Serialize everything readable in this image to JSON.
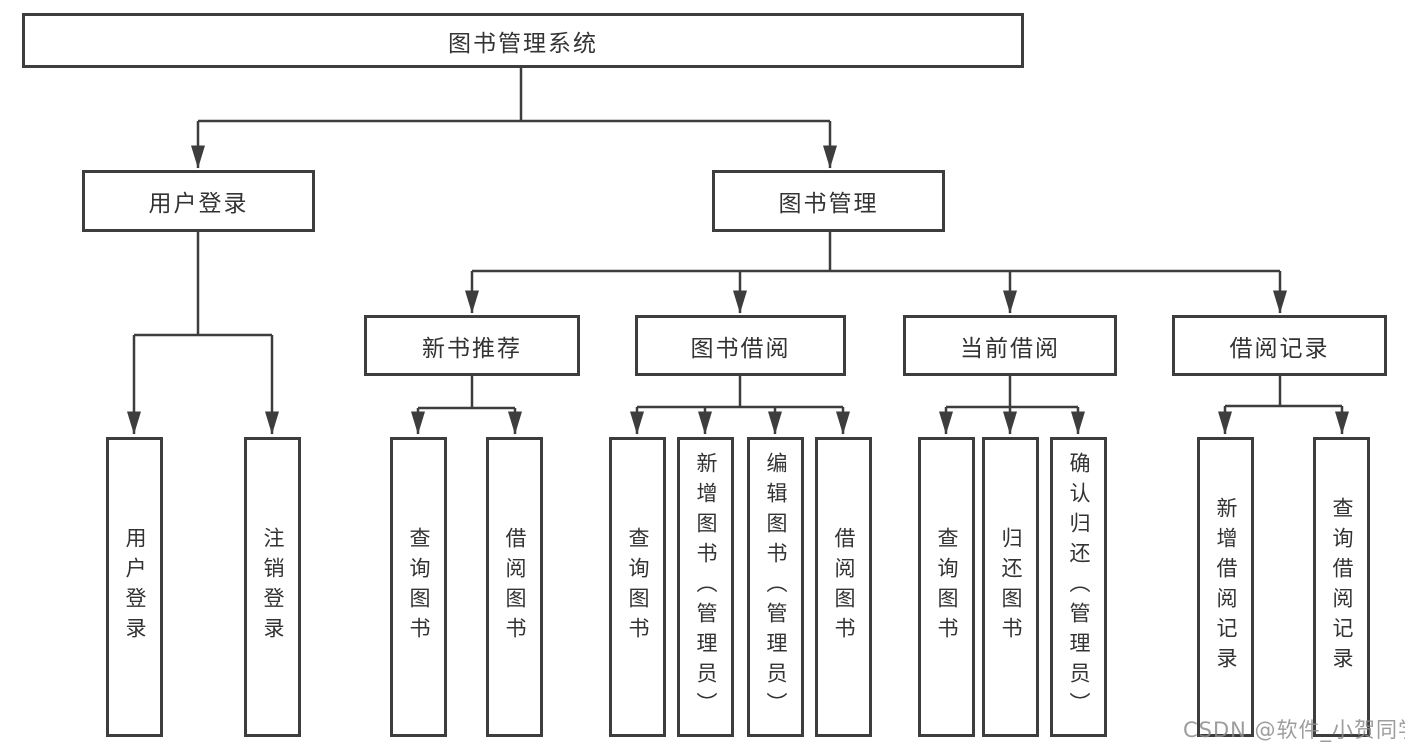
{
  "diagram": {
    "root": {
      "label": "图书管理系统"
    },
    "level1": [
      {
        "label": "用户登录",
        "children": [
          {
            "label": "用户登录"
          },
          {
            "label": "注销登录"
          }
        ]
      },
      {
        "label": "图书管理",
        "children": [
          {
            "label": "新书推荐",
            "children": [
              {
                "label": "查询图书"
              },
              {
                "label": "借阅图书"
              }
            ]
          },
          {
            "label": "图书借阅",
            "children": [
              {
                "label": "查询图书"
              },
              {
                "label": "新增图书（管理员）"
              },
              {
                "label": "编辑图书（管理员）"
              },
              {
                "label": "借阅图书"
              }
            ]
          },
          {
            "label": "当前借阅",
            "children": [
              {
                "label": "查询图书"
              },
              {
                "label": "归还图书"
              },
              {
                "label": "确认归还（管理员）"
              }
            ]
          },
          {
            "label": "借阅记录",
            "children": [
              {
                "label": "新增借阅记录"
              },
              {
                "label": "查询借阅记录"
              }
            ]
          }
        ]
      }
    ],
    "line_color": "#3d3d3d"
  },
  "watermark": {
    "text": "CSDN @软件_小贺同学"
  }
}
